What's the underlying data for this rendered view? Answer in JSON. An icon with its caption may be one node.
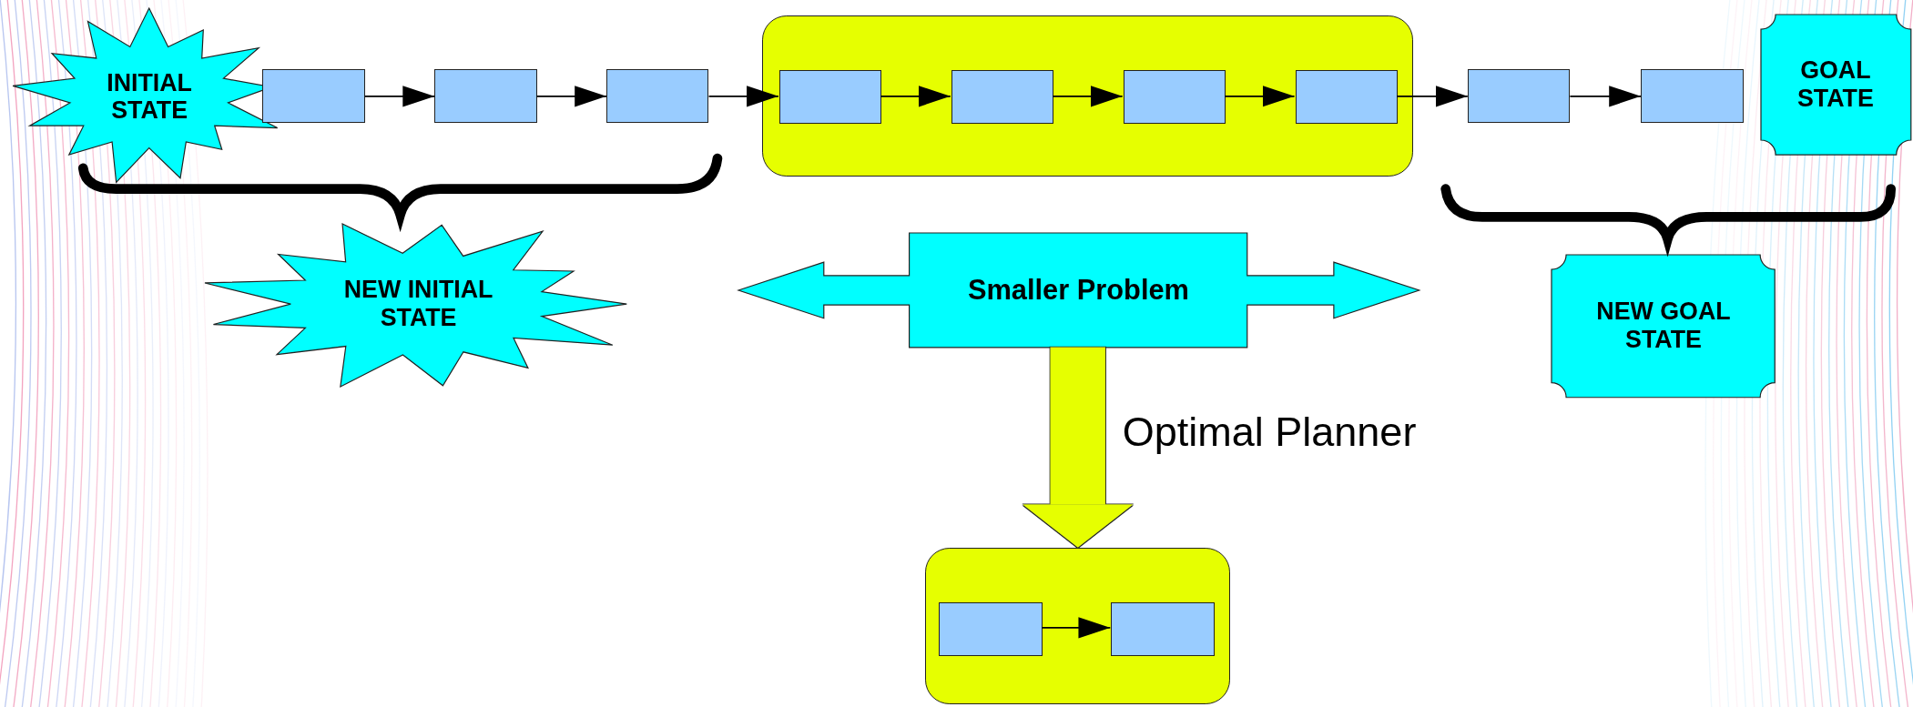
{
  "diagram": {
    "nodes": [
      {
        "text": [
          "INITIAL STATE"
        ]
      },
      {
        "text": [],
        "shape": "box"
      },
      {
        "text": [],
        "shape": "box"
      },
      {
        "text": [],
        "shape": "box"
      },
      {
        "text": [],
        "shape": "box"
      },
      {
        "text": [],
        "shape": "box",
        "in": 4
      },
      {
        "text": [],
        "shape": "box",
        "in": 4
      },
      {
        "text": [],
        "shape": "box",
        "in": 4
      },
      {
        "text": [],
        "shape": "box",
        "in": 4
      },
      {
        "text": [],
        "shape": "box"
      },
      {
        "text": [],
        "shape": "box"
      },
      {
        "text": [
          "GOAL STATE"
        ]
      },
      {
        "text": [
          "NEW INITIAL STATE"
        ]
      },
      {
        "text": [
          "Smaller Problem"
        ]
      },
      {
        "text": [
          "NEW GOAL STATE"
        ]
      },
      {
        "text": [],
        "shape": "box"
      },
      {
        "text": [],
        "shape": "box",
        "in": 15
      },
      {
        "text": [],
        "shape": "box",
        "in": 15
      }
    ],
    "edges": [
      {
        "from": 1,
        "to": 2,
        "arrow": "to"
      },
      {
        "from": 2,
        "to": 3,
        "arrow": "to"
      },
      {
        "from": 3,
        "to": 5,
        "arrow": "to"
      },
      {
        "from": 5,
        "to": 6,
        "arrow": "to"
      },
      {
        "from": 6,
        "to": 7,
        "arrow": "to"
      },
      {
        "from": 7,
        "to": 8,
        "arrow": "to"
      },
      {
        "from": 8,
        "to": 9,
        "arrow": "to"
      },
      {
        "from": 9,
        "to": 10,
        "arrow": "to"
      },
      {
        "from": 16,
        "to": 17,
        "arrow": "to"
      },
      {
        "from": 13,
        "to": 15,
        "arrow": "to",
        "label": "Optimal Planner",
        "style": "thick",
        "color": "#e6ff00"
      }
    ]
  }
}
